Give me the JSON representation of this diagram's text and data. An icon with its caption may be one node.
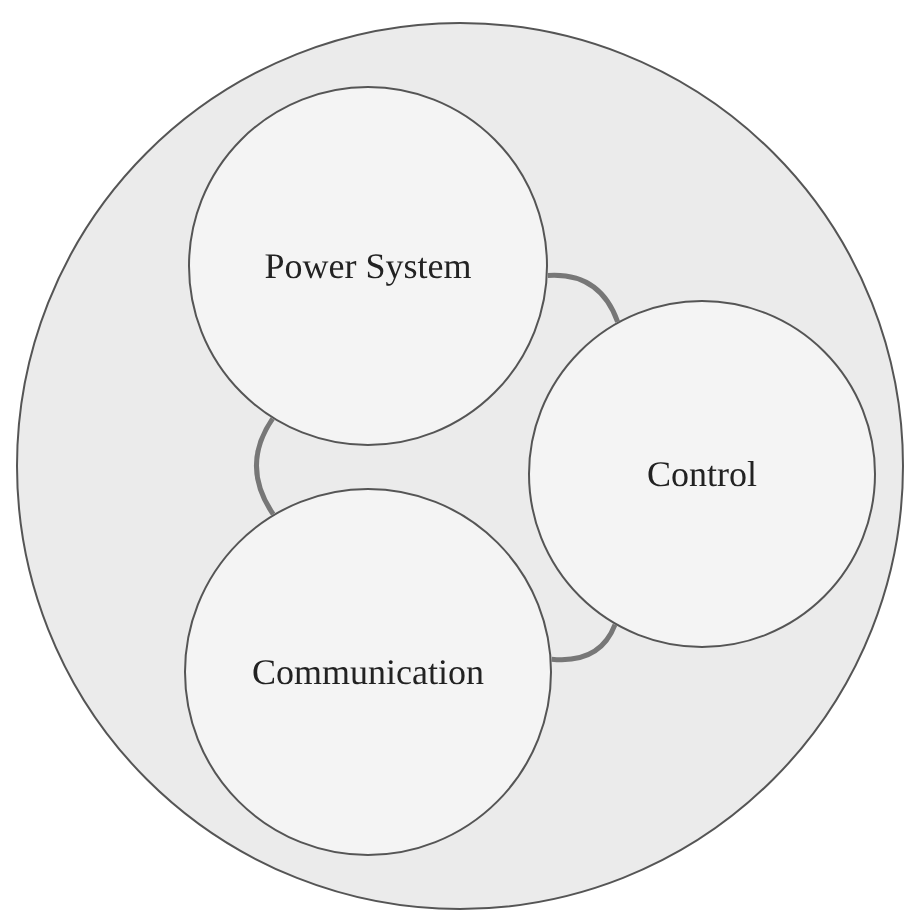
{
  "diagram": {
    "nodes": [
      {
        "text": [],
        "shape": "circle"
      },
      {
        "text": [
          "Power System"
        ],
        "in": 0
      },
      {
        "text": [
          "Control"
        ],
        "in": 0
      },
      {
        "text": [
          "Communication"
        ],
        "in": 0
      }
    ],
    "edges": [
      {
        "from": 1,
        "to": 2,
        "arrow": "none"
      },
      {
        "from": 1,
        "to": 3,
        "arrow": "none"
      },
      {
        "from": 2,
        "to": 3,
        "arrow": "none"
      }
    ]
  }
}
